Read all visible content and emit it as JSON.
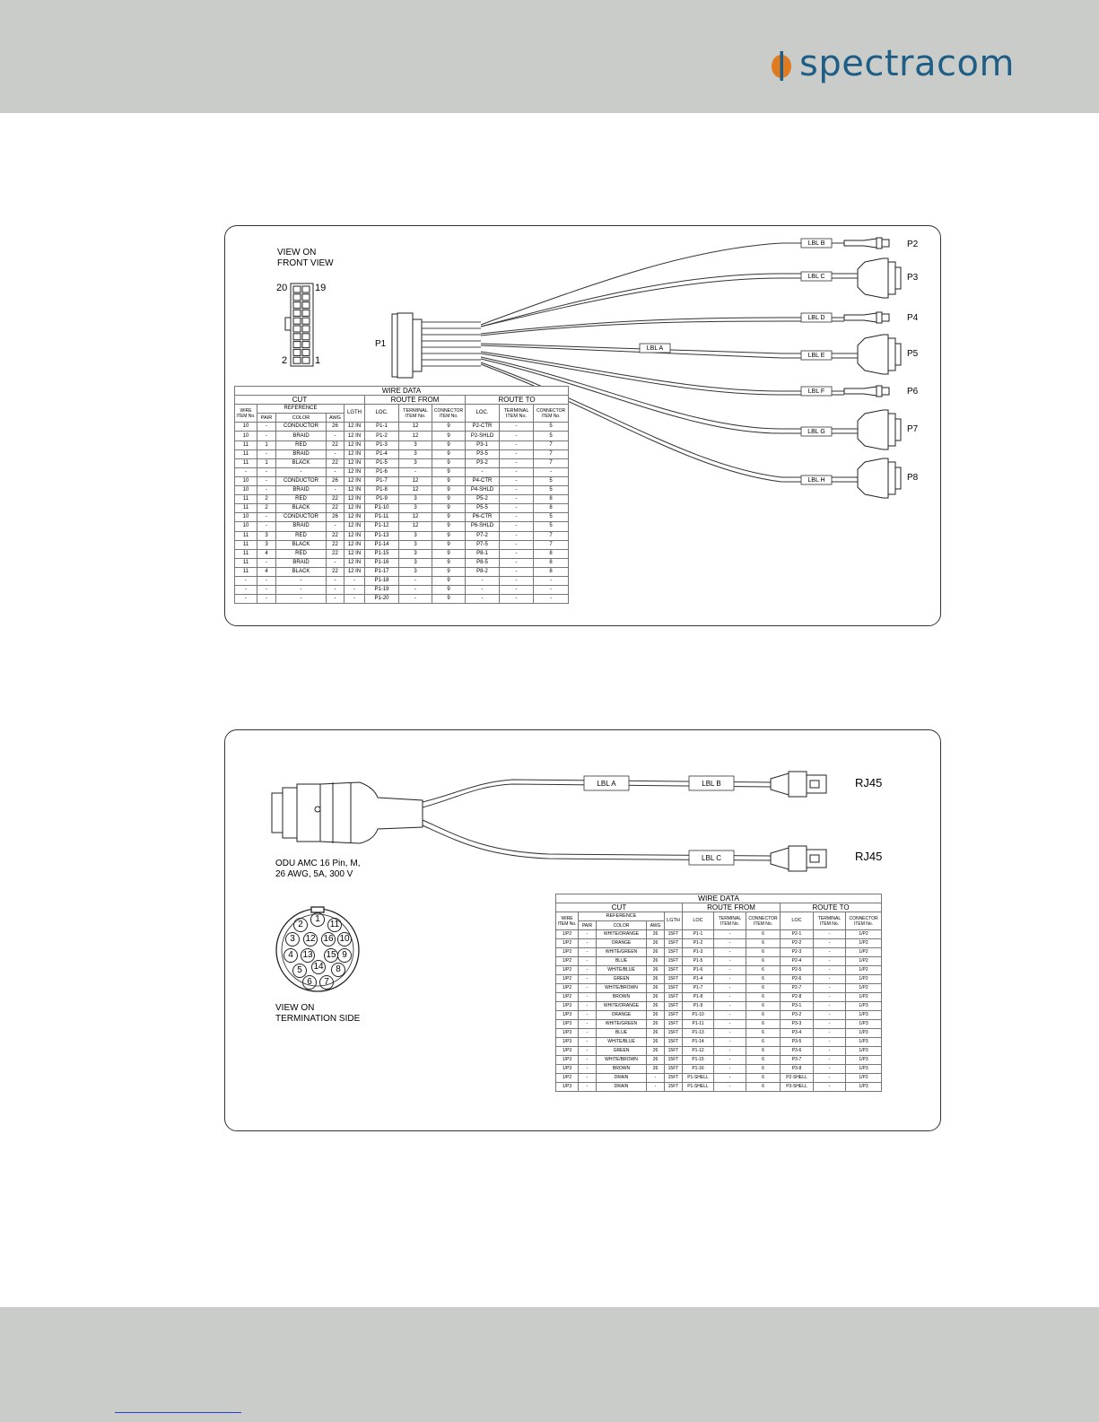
{
  "brand": {
    "name": "spectracom",
    "text_color": "#1e5e86",
    "mark_color": "#e07a1f",
    "band_color": "#c9ccc8"
  },
  "diagram1": {
    "view_label_1": "VIEW ON",
    "view_label_2": "FRONT VIEW",
    "pin_20": "20",
    "pin_19": "19",
    "pin_2": "2",
    "pin_1": "1",
    "connector_p1": "P1",
    "lbl_a": "LBL  A",
    "branches": [
      {
        "tag": "LBL  B",
        "conn": "P2"
      },
      {
        "tag": "LBL  C",
        "conn": "P3"
      },
      {
        "tag": "LBL  D",
        "conn": "P4"
      },
      {
        "tag": "LBL  E",
        "conn": "P5"
      },
      {
        "tag": "LBL  F",
        "conn": "P6"
      },
      {
        "tag": "LBL  G",
        "conn": "P7"
      },
      {
        "tag": "LBL  H",
        "conn": "P8"
      }
    ],
    "table": {
      "title": "WIRE DATA",
      "group_cut": "CUT",
      "group_from": "ROUTE FROM",
      "group_to": "ROUTE TO",
      "reference": "REFERENCE",
      "lgth": "LGTH",
      "loc": "LOC.",
      "terminal_item": "TERMINAL ITEM No.",
      "connector_item": "CONNECTOR ITEM No.",
      "loc2": "LOC.",
      "terminal_item2": "TERMINAL ITEM No.",
      "connector_item2": "CONNECTOR ITEM No.",
      "wire_item": "WIRE ITEM No.",
      "pair": "PAIR",
      "color": "COLOR",
      "awg": "AWG",
      "rows": [
        [
          "10",
          "-",
          "CONDUCTOR",
          "26",
          "12 IN",
          "P1-1",
          "12",
          "9",
          "P2-CTR",
          "-",
          "5"
        ],
        [
          "10",
          "-",
          "BRAID",
          "-",
          "12 IN",
          "P1-2",
          "12",
          "9",
          "P2-SHLD",
          "-",
          "5"
        ],
        [
          "11",
          "1",
          "RED",
          "22",
          "12 IN",
          "P1-3",
          "3",
          "9",
          "P3-1",
          "-",
          "7"
        ],
        [
          "11",
          "-",
          "BRAID",
          "-",
          "12 IN",
          "P1-4",
          "3",
          "9",
          "P3-5",
          "-",
          "7"
        ],
        [
          "11",
          "1",
          "BLACK",
          "22",
          "12 IN",
          "P1-5",
          "3",
          "9",
          "P3-2",
          "-",
          "7"
        ],
        [
          "-",
          "-",
          "-",
          "-",
          "12 IN",
          "P1-6",
          "-",
          "9",
          "-",
          "-",
          "-"
        ],
        [
          "10",
          "-",
          "CONDUCTOR",
          "26",
          "12 IN",
          "P1-7",
          "12",
          "9",
          "P4-CTR",
          "-",
          "5"
        ],
        [
          "10",
          "-",
          "BRAID",
          "-",
          "12 IN",
          "P1-8",
          "12",
          "9",
          "P4-SHLD",
          "-",
          "5"
        ],
        [
          "11",
          "2",
          "RED",
          "22",
          "12 IN",
          "P1-9",
          "3",
          "9",
          "P5-2",
          "-",
          "8"
        ],
        [
          "11",
          "2",
          "BLACK",
          "22",
          "12 IN",
          "P1-10",
          "3",
          "9",
          "P5-5",
          "-",
          "8"
        ],
        [
          "10",
          "-",
          "CONDUCTOR",
          "26",
          "12 IN",
          "P1-11",
          "12",
          "9",
          "P6-CTR",
          "-",
          "5"
        ],
        [
          "10",
          "-",
          "BRAID",
          "-",
          "12 IN",
          "P1-12",
          "12",
          "9",
          "P6-SHLD",
          "-",
          "5"
        ],
        [
          "11",
          "3",
          "RED",
          "22",
          "12 IN",
          "P1-13",
          "3",
          "9",
          "P7-2",
          "-",
          "7"
        ],
        [
          "11",
          "3",
          "BLACK",
          "22",
          "12 IN",
          "P1-14",
          "3",
          "9",
          "P7-5",
          "-",
          "7"
        ],
        [
          "11",
          "4",
          "RED",
          "22",
          "12 IN",
          "P1-15",
          "3",
          "9",
          "P8-1",
          "-",
          "8"
        ],
        [
          "11",
          "-",
          "BRAID",
          "-",
          "12 IN",
          "P1-16",
          "3",
          "9",
          "P8-5",
          "-",
          "8"
        ],
        [
          "11",
          "4",
          "BLACK",
          "22",
          "12 IN",
          "P1-17",
          "3",
          "9",
          "P8-2",
          "-",
          "8"
        ],
        [
          "-",
          "-",
          "-",
          "-",
          "-",
          "P1-18",
          "-",
          "9",
          "-",
          "-",
          "-"
        ],
        [
          "-",
          "-",
          "-",
          "-",
          "-",
          "P1-19",
          "-",
          "9",
          "-",
          "-",
          "-"
        ],
        [
          "-",
          "-",
          "-",
          "-",
          "-",
          "P1-20",
          "-",
          "9",
          "-",
          "-",
          "-"
        ]
      ]
    }
  },
  "diagram2": {
    "lbl_a": "LBL  A",
    "lbl_b": "LBL  B",
    "lbl_c": "LBL  C",
    "rj45_top": "RJ45",
    "rj45_bottom": "RJ45",
    "odu_line_1": "ODU AMC 16 Pin, M,",
    "odu_line_2": "26 AWG, 5A, 300 V",
    "view_line_1": "VIEW ON",
    "view_line_2": "TERMINATION SIDE",
    "pins": [
      "1",
      "2",
      "3",
      "4",
      "5",
      "6",
      "7",
      "8",
      "9",
      "10",
      "11",
      "12",
      "13",
      "14",
      "15",
      "16"
    ],
    "table": {
      "title": "WIRE DATA",
      "group_cut": "CUT",
      "group_from": "ROUTE FROM",
      "group_to": "ROUTE TO",
      "reference": "REFERENCE",
      "lgth": "LGTH",
      "loc": "LOC",
      "terminal_item": "TERMINAL ITEM No.",
      "connector_item": "CONNECTOR ITEM No.",
      "loc2": "LOC",
      "terminal_item2": "TERMINAL ITEM No.",
      "connector_item2": "CONNECTOR ITEM No.",
      "wire_item": "WIRE ITEM No.",
      "pair": "PAIR",
      "color": "COLOR",
      "awg": "AWG",
      "rows": [
        [
          "1/P2",
          "-",
          "WHITE/ORANGE",
          "26",
          "15FT",
          "P1-1",
          "-",
          "6",
          "P2-1",
          "-",
          "1/P2"
        ],
        [
          "1/P2",
          "-",
          "ORANGE",
          "26",
          "15FT",
          "P1-2",
          "-",
          "6",
          "P2-2",
          "-",
          "1/P2"
        ],
        [
          "1/P2",
          "-",
          "WHITE/GREEN",
          "26",
          "15FT",
          "P1-3",
          "-",
          "6",
          "P2-3",
          "-",
          "1/P2"
        ],
        [
          "1/P2",
          "-",
          "BLUE",
          "26",
          "15FT",
          "P1-5",
          "-",
          "6",
          "P2-4",
          "-",
          "1/P2"
        ],
        [
          "1/P2",
          "-",
          "WHITE/BLUE",
          "26",
          "15FT",
          "P1-6",
          "-",
          "6",
          "P2-5",
          "-",
          "1/P2"
        ],
        [
          "1/P2",
          "-",
          "GREEN",
          "26",
          "15FT",
          "P1-4",
          "-",
          "6",
          "P2-6",
          "-",
          "1/P2"
        ],
        [
          "1/P2",
          "-",
          "WHITE/BROWN",
          "26",
          "15FT",
          "P1-7",
          "-",
          "6",
          "P2-7",
          "-",
          "1/P2"
        ],
        [
          "1/P2",
          "-",
          "BROWN",
          "26",
          "15FT",
          "P1-8",
          "-",
          "6",
          "P2-8",
          "-",
          "1/P2"
        ],
        [
          "1/P3",
          "-",
          "WHITE/ORANGE",
          "26",
          "15FT",
          "P1-9",
          "-",
          "6",
          "P3-1",
          "-",
          "1/P3"
        ],
        [
          "1/P3",
          "-",
          "ORANGE",
          "26",
          "15FT",
          "P1-10",
          "-",
          "6",
          "P3-2",
          "-",
          "1/P3"
        ],
        [
          "1/P3",
          "-",
          "WHITE/GREEN",
          "26",
          "15FT",
          "P1-11",
          "-",
          "6",
          "P3-3",
          "-",
          "1/P3"
        ],
        [
          "1/P3",
          "-",
          "BLUE",
          "26",
          "15FT",
          "P1-13",
          "-",
          "6",
          "P3-4",
          "-",
          "1/P3"
        ],
        [
          "1/P3",
          "-",
          "WHITE/BLUE",
          "26",
          "15FT",
          "P1-14",
          "-",
          "6",
          "P3-5",
          "-",
          "1/P3"
        ],
        [
          "1/P3",
          "-",
          "GREEN",
          "26",
          "15FT",
          "P1-12",
          "-",
          "6",
          "P3-6",
          "-",
          "1/P3"
        ],
        [
          "1/P3",
          "-",
          "WHITE/BROWN",
          "26",
          "15FT",
          "P1-15",
          "-",
          "6",
          "P3-7",
          "-",
          "1/P3"
        ],
        [
          "1/P3",
          "-",
          "BROWN",
          "26",
          "15FT",
          "P1-16",
          "-",
          "6",
          "P3-8",
          "-",
          "1/P3"
        ],
        [
          "1/P2",
          "-",
          "DRAIN",
          "-",
          "15FT",
          "P1-SHELL",
          "-",
          "6",
          "P2-SHELL",
          "-",
          "1/P2"
        ],
        [
          "1/P3",
          "-",
          "DRAIN",
          "-",
          "15FT",
          "P1-SHELL",
          "-",
          "6",
          "P3-SHELL",
          "-",
          "1/P3"
        ]
      ]
    }
  }
}
